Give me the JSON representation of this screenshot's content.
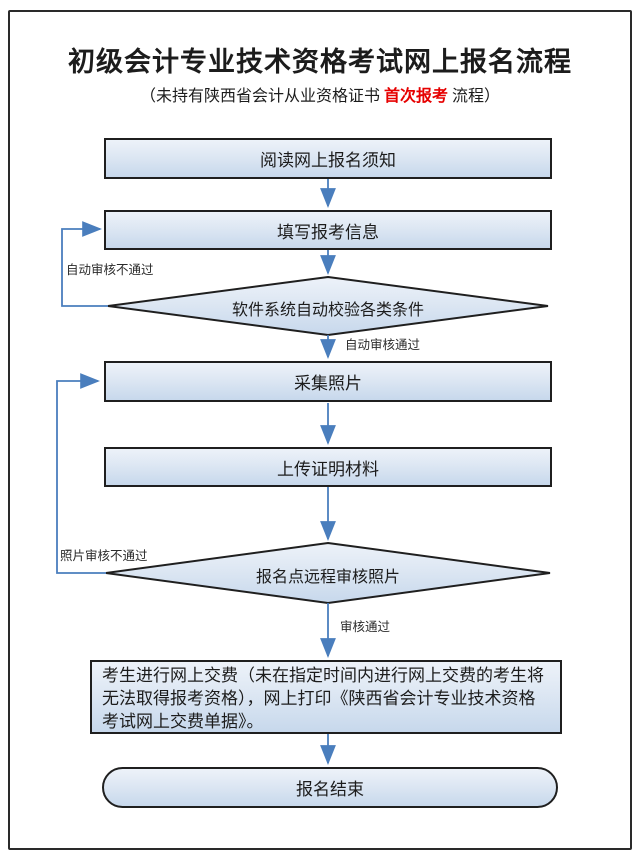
{
  "page": {
    "title": "初级会计专业技术资格考试网上报名流程",
    "subtitle": {
      "prefix": "（未持有陕西省会计从业资格证书 ",
      "highlight": "首次报考",
      "suffix": " 流程）"
    }
  },
  "nodes": {
    "read_notice": {
      "type": "process",
      "label": "阅读网上报名须知"
    },
    "fill_info": {
      "type": "process",
      "label": "填写报考信息"
    },
    "auto_check": {
      "type": "decision",
      "label": "软件系统自动校验各类条件"
    },
    "collect_photo": {
      "type": "process",
      "label": "采集照片"
    },
    "upload_materials": {
      "type": "process",
      "label": "上传证明材料"
    },
    "photo_review": {
      "type": "decision",
      "label": "报名点远程审核照片"
    },
    "payment": {
      "type": "process",
      "label": "考生进行网上交费（未在指定时间内进行网上交费的考生将无法取得报考资格），网上打印《陕西省会计专业技术资格考试网上交费单据》。"
    },
    "end": {
      "type": "terminator",
      "label": "报名结束"
    }
  },
  "edge_labels": {
    "auto_fail": "自动审核不通过",
    "auto_pass": "自动审核通过",
    "photo_fail": "照片审核不通过",
    "review_pass": "审核通过"
  },
  "colors": {
    "arrow_blue": "#4a7ebd",
    "node_border": "#1f1f1f",
    "node_fill_top": "#edf2f9",
    "node_fill_bottom": "#c7d8ec",
    "page_border": "#2a2a2a",
    "highlight_red": "#e60000"
  }
}
